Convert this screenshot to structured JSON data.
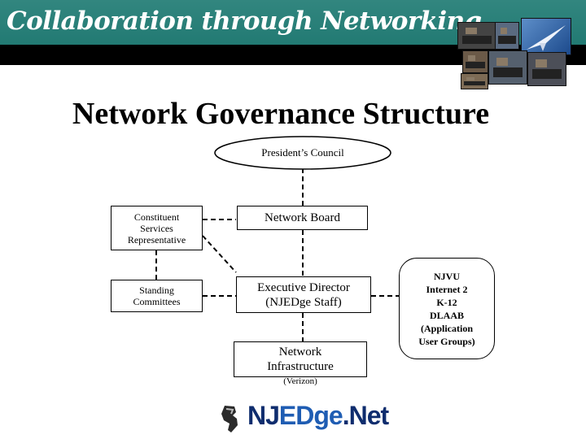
{
  "header": {
    "title": "Collaboration through Networking"
  },
  "page": {
    "title": "Network Governance Structure"
  },
  "diagram": {
    "presidents_council": "President’s Council",
    "network_board": "Network Board",
    "constituent_lines": [
      "Constituent",
      "Services",
      "Representative"
    ],
    "standing_committees_lines": [
      "Standing",
      "Committees"
    ],
    "executive_director_lines": [
      "Executive Director",
      "(NJEDge Staff)"
    ],
    "network_infrastructure_lines": [
      "Network",
      "Infrastructure"
    ],
    "verizon": "(Verizon)",
    "user_groups_lines": [
      "NJVU",
      "Internet 2",
      "K-12",
      "DLAAB",
      "(Application",
      "User Groups)"
    ]
  },
  "logo": {
    "nj": "NJ",
    "edge": "EDge",
    "net": ".Net"
  },
  "colors": {
    "banner": "#2a7f78",
    "banner_bar": "#000000",
    "logo_dark": "#0f2d6e",
    "logo_blue": "#1f5db3"
  }
}
